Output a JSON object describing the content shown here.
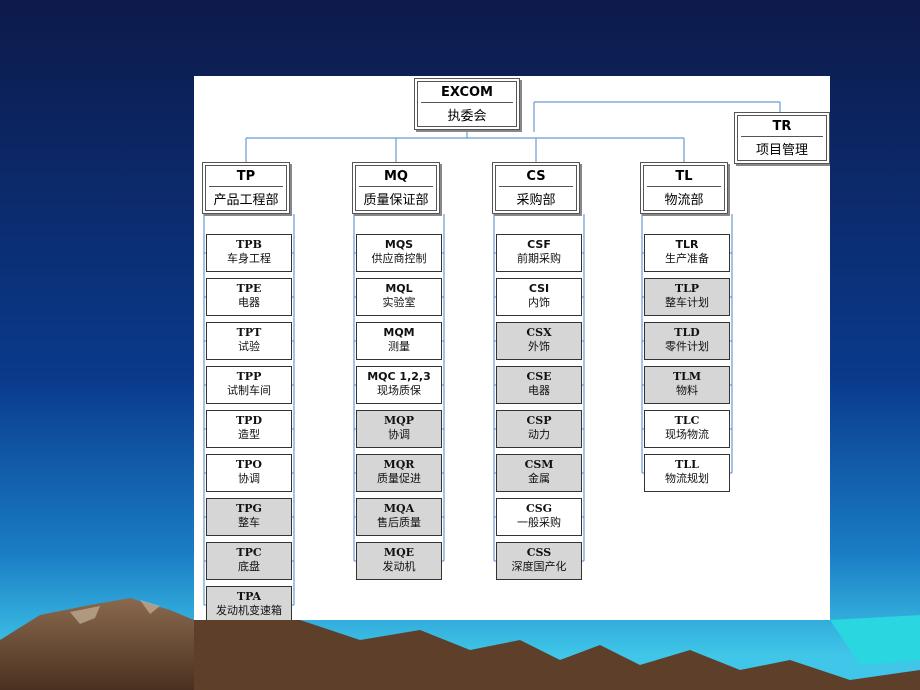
{
  "colors": {
    "sky_top": "#0d1a4a",
    "sky_mid": "#0a3a8c",
    "sky_low": "#1a7cc4",
    "horizon": "#3fc6e8",
    "ground": "#6b4a34",
    "line": "#6a9ad4",
    "gray_box": "#d6d6d6"
  },
  "top": {
    "code": "EXCOM",
    "name": "执委会"
  },
  "side": {
    "code": "TR",
    "name": "项目管理"
  },
  "departments": [
    {
      "code": "TP",
      "name": "产品工程部",
      "items": [
        {
          "code": "TPB",
          "name": "车身工程",
          "shade": "white",
          "serif": true
        },
        {
          "code": "TPE",
          "name": "电器",
          "shade": "white",
          "serif": true
        },
        {
          "code": "TPT",
          "name": "试验",
          "shade": "white",
          "serif": true
        },
        {
          "code": "TPP",
          "name": "试制车间",
          "shade": "white",
          "serif": true
        },
        {
          "code": "TPD",
          "name": "造型",
          "shade": "white",
          "serif": true
        },
        {
          "code": "TPO",
          "name": "协调",
          "shade": "white",
          "serif": true
        },
        {
          "code": "TPG",
          "name": "整车",
          "shade": "gray",
          "serif": true
        },
        {
          "code": "TPC",
          "name": "底盘",
          "shade": "gray",
          "serif": true
        },
        {
          "code": "TPA",
          "name": "发动机变速箱",
          "shade": "gray",
          "serif": true
        }
      ]
    },
    {
      "code": "MQ",
      "name": "质量保证部",
      "items": [
        {
          "code": "MQS",
          "name": "供应商控制",
          "shade": "white",
          "serif": false
        },
        {
          "code": "MQL",
          "name": "实验室",
          "shade": "white",
          "serif": false
        },
        {
          "code": "MQM",
          "name": "测量",
          "shade": "white",
          "serif": false
        },
        {
          "code": "MQC 1,2,3",
          "name": "现场质保",
          "shade": "white",
          "serif": false
        },
        {
          "code": "MQP",
          "name": "协调",
          "shade": "gray",
          "serif": true
        },
        {
          "code": "MQR",
          "name": "质量促进",
          "shade": "gray",
          "serif": true
        },
        {
          "code": "MQA",
          "name": "售后质量",
          "shade": "gray",
          "serif": true
        },
        {
          "code": "MQE",
          "name": "发动机",
          "shade": "gray",
          "serif": true
        }
      ]
    },
    {
      "code": "CS",
      "name": "采购部",
      "items": [
        {
          "code": "CSF",
          "name": "前期采购",
          "shade": "white",
          "serif": false
        },
        {
          "code": "CSI",
          "name": "内饰",
          "shade": "white",
          "serif": false
        },
        {
          "code": "CSX",
          "name": "外饰",
          "shade": "gray",
          "serif": true
        },
        {
          "code": "CSE",
          "name": "电器",
          "shade": "gray",
          "serif": true
        },
        {
          "code": "CSP",
          "name": "动力",
          "shade": "gray",
          "serif": true
        },
        {
          "code": "CSM",
          "name": "金属",
          "shade": "gray",
          "serif": true
        },
        {
          "code": "CSG",
          "name": "一般采购",
          "shade": "white",
          "serif": true
        },
        {
          "code": "CSS",
          "name": "深度国产化",
          "shade": "gray",
          "serif": true
        }
      ]
    },
    {
      "code": "TL",
      "name": "物流部",
      "items": [
        {
          "code": "TLR",
          "name": "生产准备",
          "shade": "white",
          "serif": false
        },
        {
          "code": "TLP",
          "name": "整车计划",
          "shade": "gray",
          "serif": true
        },
        {
          "code": "TLD",
          "name": "零件计划",
          "shade": "gray",
          "serif": true
        },
        {
          "code": "TLM",
          "name": "物料",
          "shade": "gray",
          "serif": true
        },
        {
          "code": "TLC",
          "name": "现场物流",
          "shade": "white",
          "serif": true
        },
        {
          "code": "TLL",
          "name": "物流规划",
          "shade": "white",
          "serif": true
        }
      ]
    }
  ]
}
